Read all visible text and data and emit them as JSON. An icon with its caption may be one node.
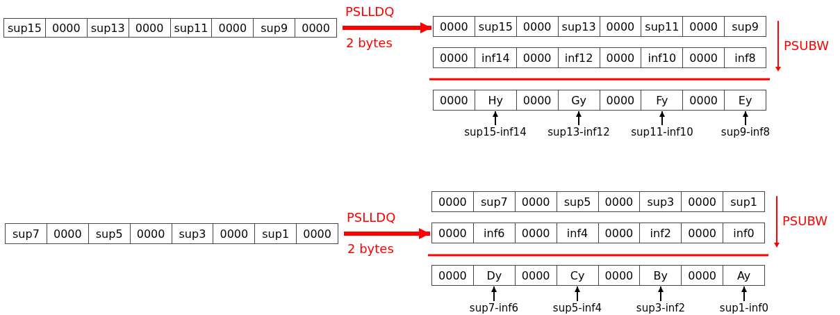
{
  "diagram": {
    "nodes": [
      {
        "text": [],
        "shape": "box"
      },
      {
        "text": [
          "sup15"
        ],
        "in": 0
      },
      {
        "text": [
          "0000"
        ],
        "in": 0
      },
      {
        "text": [
          "sup13"
        ],
        "in": 0
      },
      {
        "text": [
          "0000"
        ],
        "in": 0
      },
      {
        "text": [
          "sup11"
        ],
        "in": 0
      },
      {
        "text": [
          "0000"
        ],
        "in": 0
      },
      {
        "text": [
          "sup9"
        ],
        "in": 0
      },
      {
        "text": [
          "0000"
        ],
        "in": 0
      },
      {
        "text": [],
        "shape": "box"
      },
      {
        "text": [
          "0000"
        ],
        "in": 9
      },
      {
        "text": [
          "sup15"
        ],
        "in": 9
      },
      {
        "text": [
          "0000"
        ],
        "in": 9
      },
      {
        "text": [
          "sup13"
        ],
        "in": 9
      },
      {
        "text": [
          "0000"
        ],
        "in": 9
      },
      {
        "text": [
          "sup11"
        ],
        "in": 9
      },
      {
        "text": [
          "0000"
        ],
        "in": 9
      },
      {
        "text": [
          "sup9"
        ],
        "in": 9
      },
      {
        "text": [],
        "shape": "box"
      },
      {
        "text": [
          "0000"
        ],
        "in": 18
      },
      {
        "text": [
          "inf14"
        ],
        "in": 18
      },
      {
        "text": [
          "0000"
        ],
        "in": 18
      },
      {
        "text": [
          "inf12"
        ],
        "in": 18
      },
      {
        "text": [
          "0000"
        ],
        "in": 18
      },
      {
        "text": [
          "inf10"
        ],
        "in": 18
      },
      {
        "text": [
          "0000"
        ],
        "in": 18
      },
      {
        "text": [
          "inf8"
        ],
        "in": 18
      },
      {
        "text": [],
        "shape": "box"
      },
      {
        "text": [
          "0000"
        ],
        "in": 27
      },
      {
        "text": [
          "Hy"
        ],
        "in": 27
      },
      {
        "text": [
          "0000"
        ],
        "in": 27
      },
      {
        "text": [
          "Gy"
        ],
        "in": 27
      },
      {
        "text": [
          "0000"
        ],
        "in": 27
      },
      {
        "text": [
          "Fy"
        ],
        "in": 27
      },
      {
        "text": [
          "0000"
        ],
        "in": 27
      },
      {
        "text": [
          "Ey"
        ],
        "in": 27
      },
      {
        "text": [
          "sup15-inf14"
        ]
      },
      {
        "text": [
          "sup13-inf12"
        ]
      },
      {
        "text": [
          "sup11-inf10"
        ]
      },
      {
        "text": [
          "sup9-inf8"
        ]
      },
      {
        "text": [],
        "shape": "box"
      },
      {
        "text": [
          "sup7"
        ],
        "in": 40
      },
      {
        "text": [
          "0000"
        ],
        "in": 40
      },
      {
        "text": [
          "sup5"
        ],
        "in": 40
      },
      {
        "text": [
          "0000"
        ],
        "in": 40
      },
      {
        "text": [
          "sup3"
        ],
        "in": 40
      },
      {
        "text": [
          "0000"
        ],
        "in": 40
      },
      {
        "text": [
          "sup1"
        ],
        "in": 40
      },
      {
        "text": [
          "0000"
        ],
        "in": 40
      },
      {
        "text": [],
        "shape": "box"
      },
      {
        "text": [
          "0000"
        ],
        "in": 49
      },
      {
        "text": [
          "sup7"
        ],
        "in": 49
      },
      {
        "text": [
          "0000"
        ],
        "in": 49
      },
      {
        "text": [
          "sup5"
        ],
        "in": 49
      },
      {
        "text": [
          "0000"
        ],
        "in": 49
      },
      {
        "text": [
          "sup3"
        ],
        "in": 49
      },
      {
        "text": [
          "0000"
        ],
        "in": 49
      },
      {
        "text": [
          "sup1"
        ],
        "in": 49
      },
      {
        "text": [],
        "shape": "box"
      },
      {
        "text": [
          "0000"
        ],
        "in": 58
      },
      {
        "text": [
          "inf6"
        ],
        "in": 58
      },
      {
        "text": [
          "0000"
        ],
        "in": 58
      },
      {
        "text": [
          "inf4"
        ],
        "in": 58
      },
      {
        "text": [
          "0000"
        ],
        "in": 58
      },
      {
        "text": [
          "inf2"
        ],
        "in": 58
      },
      {
        "text": [
          "0000"
        ],
        "in": 58
      },
      {
        "text": [
          "inf0"
        ],
        "in": 58
      },
      {
        "text": [],
        "shape": "box"
      },
      {
        "text": [
          "0000"
        ],
        "in": 67
      },
      {
        "text": [
          "Dy"
        ],
        "in": 67
      },
      {
        "text": [
          "0000"
        ],
        "in": 67
      },
      {
        "text": [
          "Cy"
        ],
        "in": 67
      },
      {
        "text": [
          "0000"
        ],
        "in": 67
      },
      {
        "text": [
          "By"
        ],
        "in": 67
      },
      {
        "text": [
          "0000"
        ],
        "in": 67
      },
      {
        "text": [
          "Ay"
        ],
        "in": 67
      },
      {
        "text": [
          "sup7-inf6"
        ]
      },
      {
        "text": [
          "sup5-inf4"
        ]
      },
      {
        "text": [
          "sup3-inf2"
        ]
      },
      {
        "text": [
          "sup1-inf0"
        ]
      }
    ],
    "edges": [
      {
        "from": 0,
        "to": 9,
        "arrow": "to",
        "label": "PSLLDQ",
        "style": "thick",
        "color": "#ff0000"
      },
      {
        "from": 36,
        "to": 29,
        "arrow": "to"
      },
      {
        "from": 37,
        "to": 31,
        "arrow": "to"
      },
      {
        "from": 38,
        "to": 33,
        "arrow": "to"
      },
      {
        "from": 39,
        "to": 35,
        "arrow": "to"
      },
      {
        "from": 40,
        "to": 49,
        "arrow": "to",
        "label": "PSLLDQ",
        "style": "thick",
        "color": "#ff0000"
      },
      {
        "from": 76,
        "to": 69,
        "arrow": "to"
      },
      {
        "from": 77,
        "to": 71,
        "arrow": "to"
      },
      {
        "from": 78,
        "to": 73,
        "arrow": "to"
      },
      {
        "from": 79,
        "to": 75,
        "arrow": "to"
      }
    ],
    "labels": [
      "2 bytes",
      "PSUBW",
      "2 bytes",
      "PSUBW"
    ]
  }
}
